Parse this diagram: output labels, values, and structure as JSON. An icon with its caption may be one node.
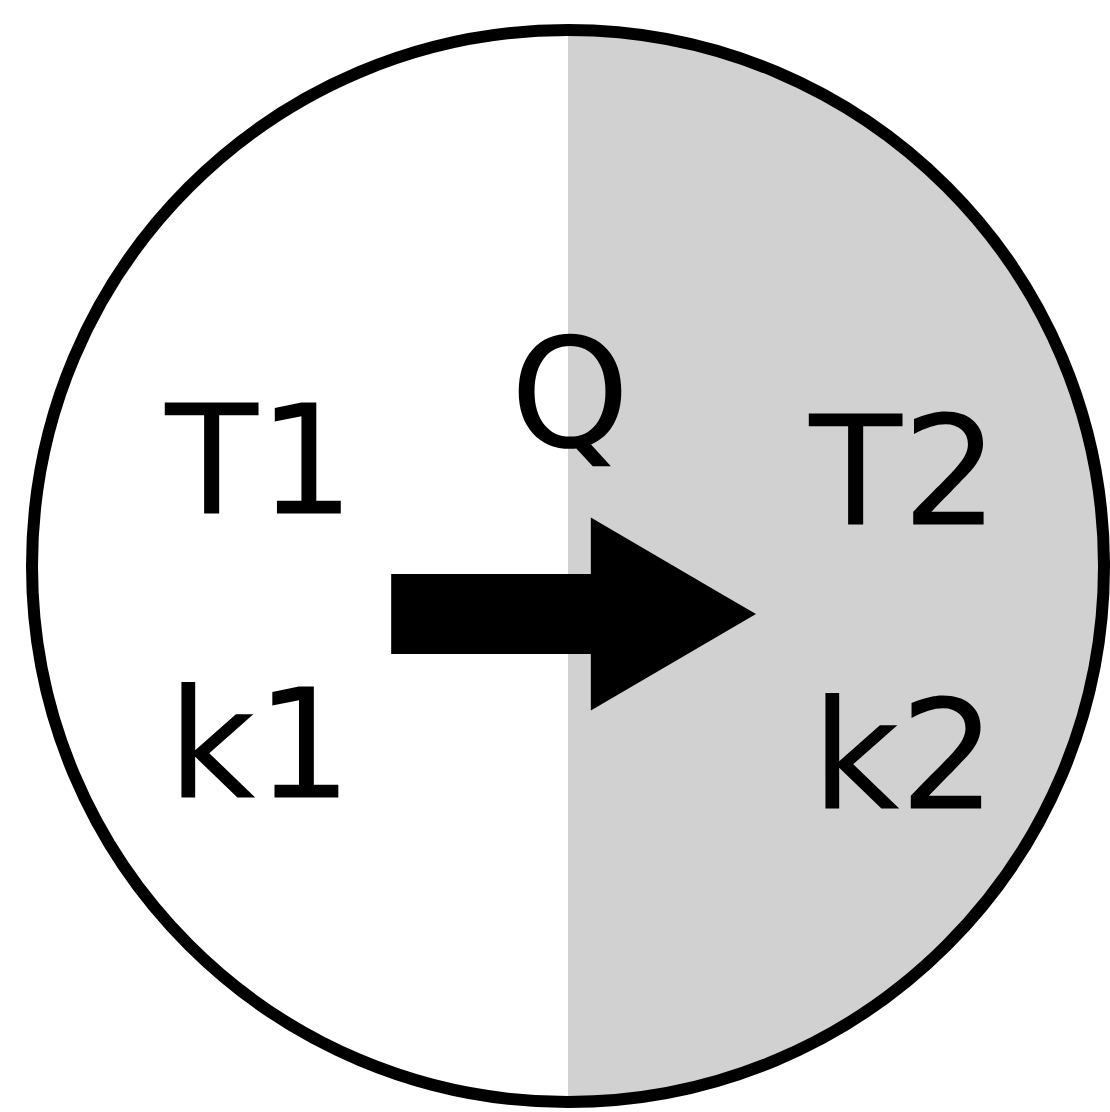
{
  "diagram": {
    "nodes": [
      {
        "text": [
          "T1",
          "k1"
        ]
      },
      {
        "text": [
          "T2",
          "k2"
        ]
      }
    ],
    "edges": [
      {
        "from": 0,
        "to": 1,
        "arrow": "to",
        "label": "Q"
      }
    ]
  }
}
